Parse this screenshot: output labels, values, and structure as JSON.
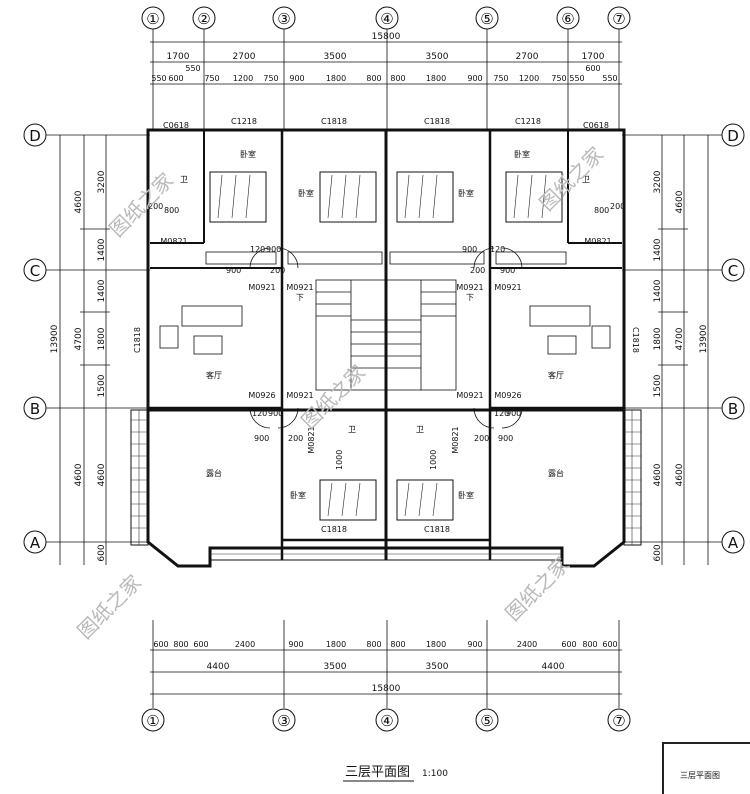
{
  "axes_top": [
    "①",
    "②",
    "③",
    "④",
    "⑤",
    "⑥",
    "⑦"
  ],
  "axes_bottom": [
    "①",
    "③",
    "④",
    "⑤",
    "⑦"
  ],
  "axes_rows": [
    "D",
    "C",
    "B",
    "A"
  ],
  "top_dims": {
    "total": "15800",
    "row1": [
      "1700",
      "2700",
      "3500",
      "3500",
      "2700",
      "1700"
    ],
    "row2": [
      "550",
      "600",
      "550",
      "750",
      "1200",
      "750",
      "900",
      "1800",
      "800",
      "800",
      "1800",
      "900",
      "750",
      "1200",
      "750",
      "550",
      "600",
      "550"
    ]
  },
  "bottom_dims": {
    "row1": [
      "600",
      "800",
      "600",
      "2400",
      "900",
      "1800",
      "800",
      "800",
      "1800",
      "900",
      "2400",
      "600",
      "800",
      "600"
    ],
    "row2": [
      "4400",
      "3500",
      "3500",
      "4400"
    ],
    "total": "15800"
  },
  "left_dims": {
    "inner": [
      "3200",
      "1400",
      "1400",
      "1800",
      "1500",
      "4600",
      "600"
    ],
    "mid": [
      "4600",
      "4700",
      "4600"
    ],
    "total": "13900"
  },
  "right_dims": {
    "inner": [
      "3200",
      "1400",
      "1400",
      "1800",
      "1500",
      "4600",
      "600"
    ],
    "mid": [
      "4600",
      "4700",
      "4600"
    ],
    "total": "13900"
  },
  "windows": {
    "c0618_l": "C0618",
    "c0618_r": "C0618",
    "c1218_l": "C1218",
    "c1218_r": "C1218",
    "c1818_tl": "C1818",
    "c1818_tr": "C1818",
    "c1818_side_l": "C1818",
    "c1818_side_r": "C1818",
    "c1818_bl": "C1818",
    "c1818_br": "C1818"
  },
  "doors": {
    "m0821_l": "M0821",
    "m0821_r": "M0821",
    "m0921_1": "M0921",
    "m0921_2": "M0921",
    "m0921_3": "M0921",
    "m0921_4": "M0921",
    "m0926_l": "M0926",
    "m0926_r": "M0926",
    "m0921_5": "M0921",
    "m0921_6": "M0921",
    "m0821_bl": "M0821",
    "m0821_br": "M0821"
  },
  "rooms": {
    "bed_tl": "卧室",
    "bed_tcl": "卧室",
    "bed_tcr": "卧室",
    "bed_tr": "卧室",
    "bath_tl": "卫",
    "bath_tr": "卫",
    "living_l": "客厅",
    "living_r": "客厅",
    "terrace_l": "露台",
    "terrace_r": "露台",
    "bed_bl": "卧室",
    "bed_br": "卧室",
    "bath_bl": "卫",
    "bath_br": "卫",
    "down_l": "下",
    "down_r": "下"
  },
  "misc_dims": {
    "d200_tl": "200",
    "d800_tl": "800",
    "d120_tl": "120",
    "d900_tl": "900",
    "d900_tl2": "900",
    "d200_tl2": "200",
    "d800_tr": "800",
    "d200_tr": "200",
    "d120_tr": "120",
    "d900_tr": "900",
    "d200_tr2": "200",
    "d900_tr2": "900",
    "d120_bl": "120",
    "d900_bl": "900",
    "d200_bl": "200",
    "d900_bl2": "900",
    "d1000_bl": "1000",
    "d120_br": "120",
    "d900_br": "900",
    "d200_br": "200",
    "d900_br2": "900",
    "d1000_br": "1000"
  },
  "watermark": "图纸之家",
  "title": "三层平面图",
  "scale": "1:100",
  "stamp_text": "三层平面图"
}
